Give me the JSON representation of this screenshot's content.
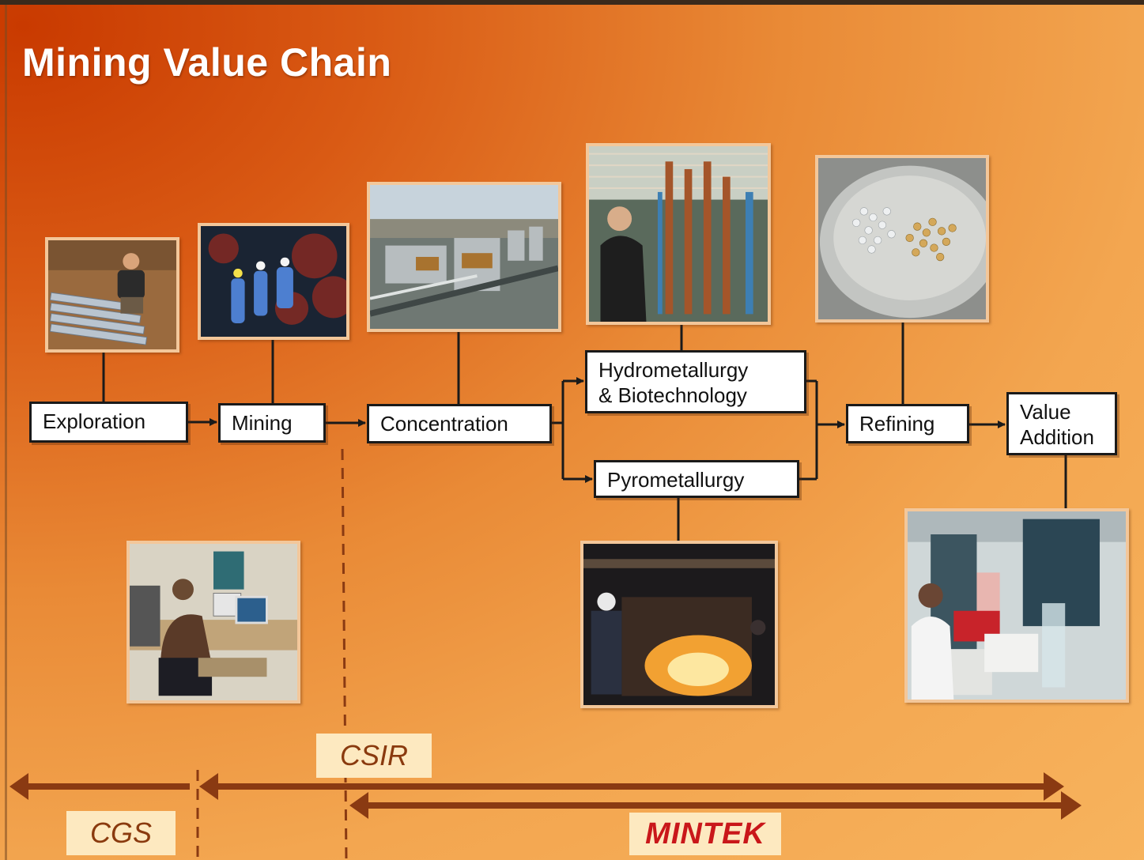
{
  "title": "Mining Value Chain",
  "stages": {
    "exploration": "Exploration",
    "mining": "Mining",
    "concentration": "Concentration",
    "hydro_line1": "Hydrometallurgy",
    "hydro_line2": "& Biotechnology",
    "pyro": "Pyrometallurgy",
    "refining": "Refining",
    "value_line1": "Value",
    "value_line2": "Addition"
  },
  "organizations": {
    "csir": "CSIR",
    "cgs": "CGS",
    "mintek": "MINTEK"
  },
  "colors": {
    "arrow": "#8a3a12",
    "connector": "#1a1a1a",
    "label_bg": "#fde9c0",
    "mintek_text": "#c9171a"
  }
}
